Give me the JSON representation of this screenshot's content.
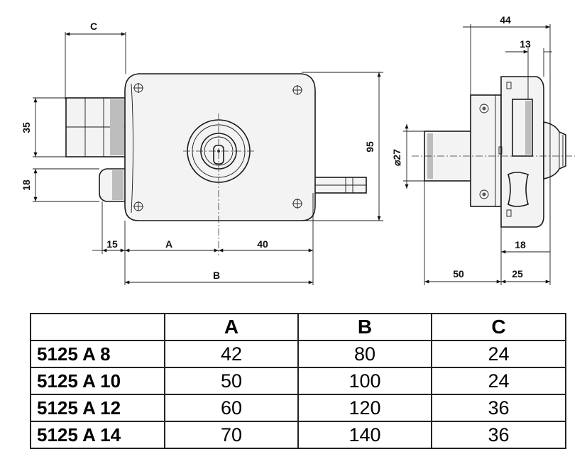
{
  "drawing": {
    "front_view": {
      "dims": {
        "c": "C",
        "h35": "35",
        "h18": "18",
        "h95": "95",
        "d15": "15",
        "a": "A",
        "d40": "40",
        "b": "B"
      }
    },
    "side_view": {
      "dims": {
        "d44": "44",
        "d13": "13",
        "dia27": "⌀27",
        "d18": "18",
        "d50": "50",
        "d25": "25"
      }
    }
  },
  "table": {
    "headers": [
      "",
      "A",
      "B",
      "C"
    ],
    "rows": [
      {
        "model": "5125 A 8",
        "a": "42",
        "b": "80",
        "c": "24"
      },
      {
        "model": "5125 A 10",
        "a": "50",
        "b": "100",
        "c": "24"
      },
      {
        "model": "5125 A 12",
        "a": "60",
        "b": "120",
        "c": "36"
      },
      {
        "model": "5125 A 14",
        "a": "70",
        "b": "140",
        "c": "36"
      }
    ]
  }
}
